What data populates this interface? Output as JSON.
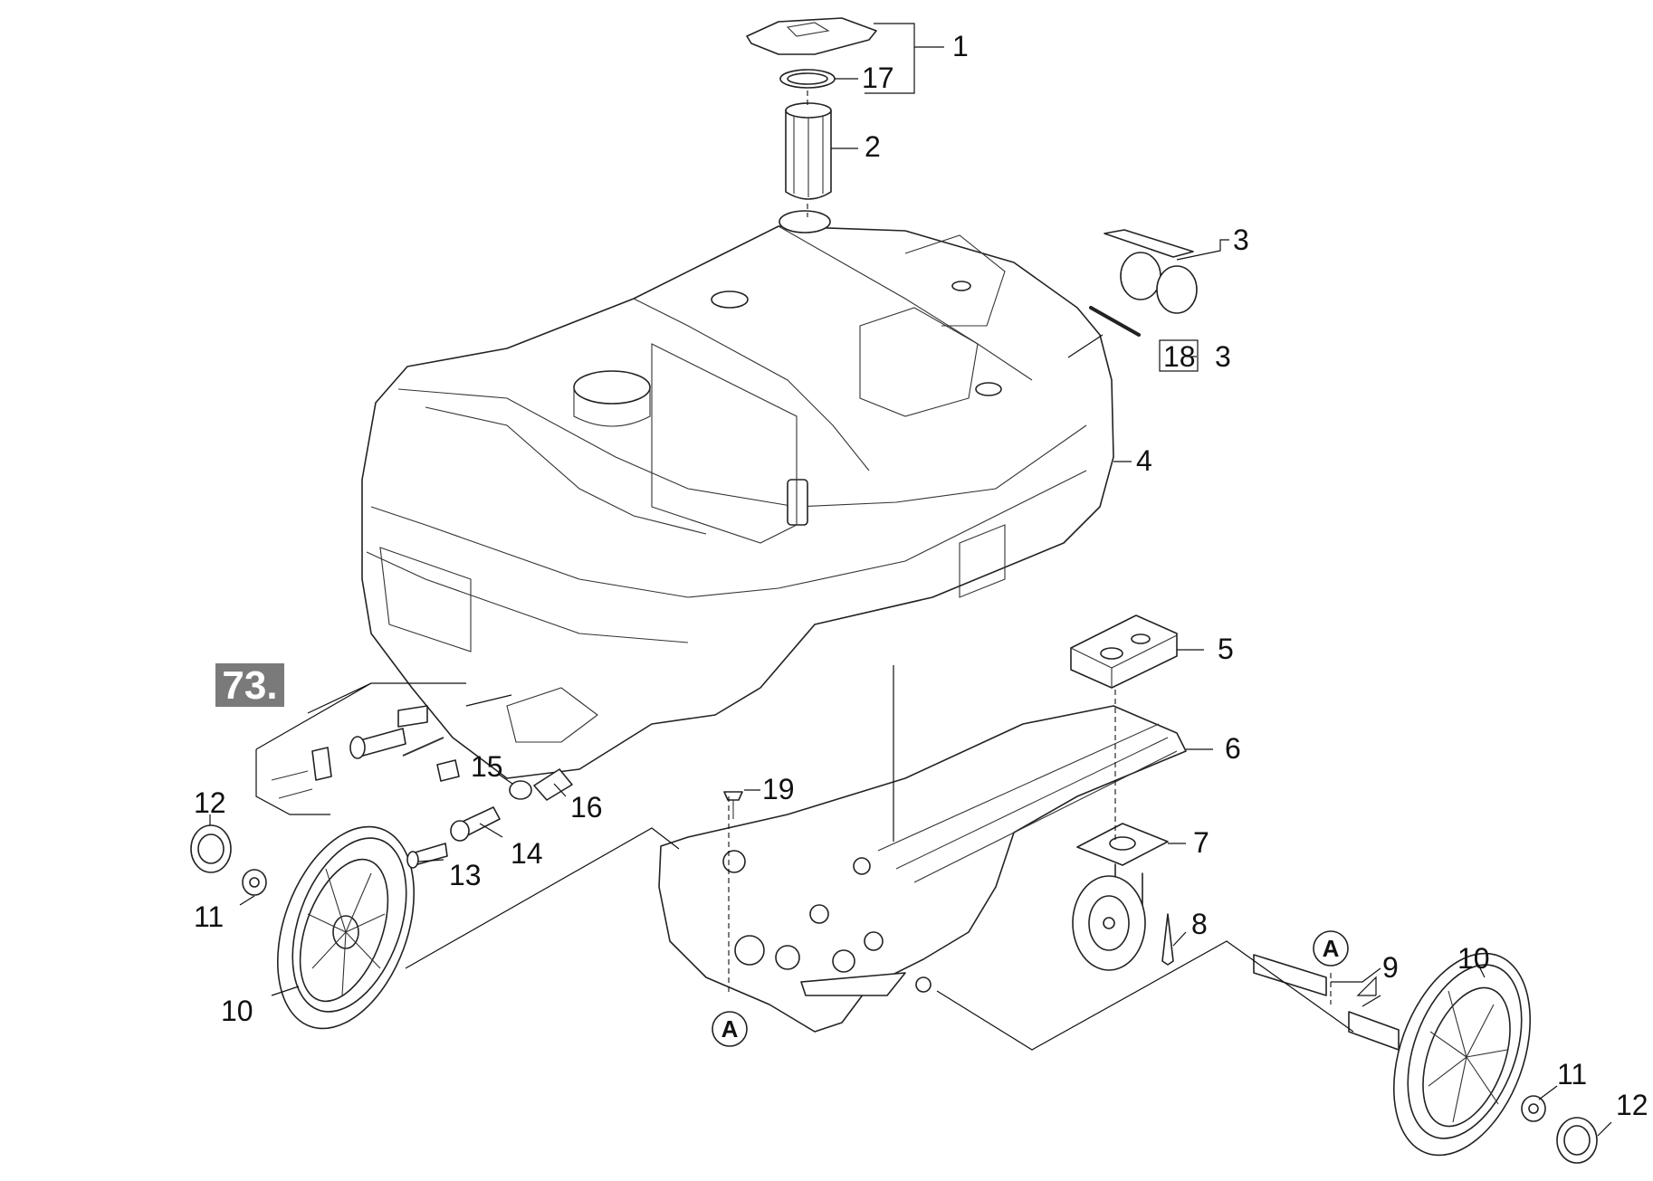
{
  "diagram": {
    "kind": "exploded parts drawing",
    "group_tag": "73.",
    "reference_marker": "A",
    "part_labels": [
      "1",
      "17",
      "2",
      "3",
      "18",
      "3",
      "4",
      "5",
      "6",
      "7",
      "8",
      "9",
      "10",
      "11",
      "12",
      "10",
      "11",
      "12",
      "13",
      "14",
      "15",
      "16",
      "19"
    ]
  }
}
